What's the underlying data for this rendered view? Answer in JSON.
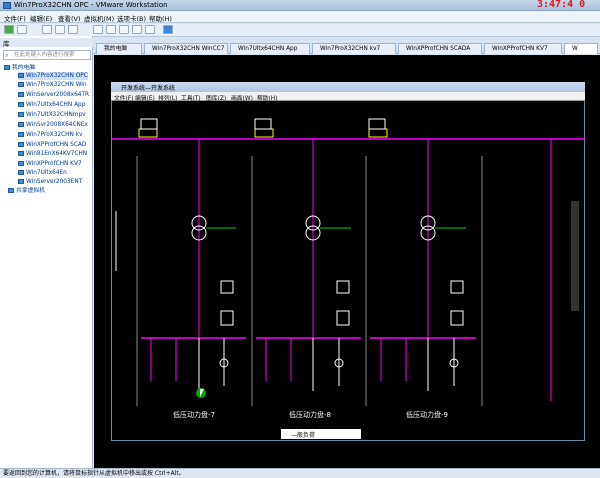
{
  "window": {
    "title": "Win7ProX32CHN OPC - VMware Workstation",
    "clock": "3:47:4 0"
  },
  "menu": [
    "文件(F)",
    "编辑(E)",
    "查看(V)",
    "虚拟机(M)",
    "选项卡(B)",
    "帮助(H)"
  ],
  "library": {
    "header": "库",
    "search_placeholder": "在此处键入内容进行搜索",
    "root": "我的电脑",
    "items": [
      "Win7ProX32CHN OPC",
      "Win7ProX32CHN Win",
      "WinServer2008x64TR",
      "Win7Ultx64CHN App",
      "Win7UltX32CHNmpv",
      "WinSvr2008X64CNEx",
      "Win7ProX32CHN kv",
      "WinXPProfCHN SCAD",
      "Win81EnX64KV7CHN",
      "WinXPProfCHN KV7",
      "Win7Ultx64En",
      "WinServer2003ENT"
    ],
    "shared": "共享虚拟机"
  },
  "tabs": [
    "我的电脑",
    "Win7ProX32CHN WinCC7",
    "Win7Ultx64CHN App",
    "Win7ProX32CHN kv7",
    "WinXPProfCHN SCADA",
    "WinXPProfCHN KV7",
    "W"
  ],
  "guest": {
    "title": "开发系统—开发系统",
    "menu": [
      "文件(F)",
      "编辑(E)",
      "排列(L)",
      "工具(T)",
      "图库(Z)",
      "画面(W)",
      "帮助(H)"
    ],
    "panels": [
      "低压动力盘-7",
      "低压动力盘-8",
      "低压动力盘-9"
    ],
    "bottom_label": "—般负荷",
    "colors": {
      "background": "#000000",
      "bus": "#ff00ff",
      "equipment": "#ffffff",
      "ground": "#00cc00",
      "text": "#ffff00"
    }
  },
  "status": "要返回到您的计算机，请将鼠标指针从虚拟机中移出或按 Ctrl+Alt。"
}
